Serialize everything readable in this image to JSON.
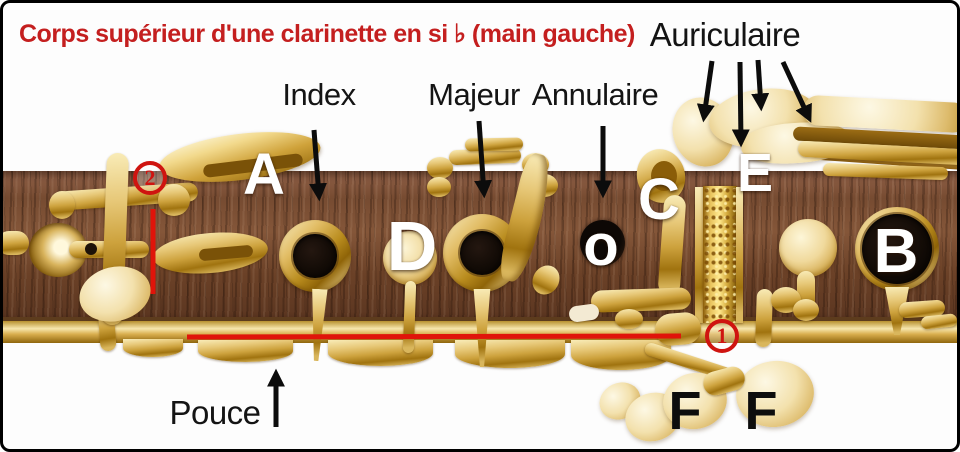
{
  "title": "Corps supérieur d'une clarinette en si ♭  (main gauche)",
  "finger_labels": {
    "index": "Index",
    "majeur": "Majeur",
    "annulaire": "Annulaire",
    "auriculaire": "Auriculaire",
    "pouce": "Pouce"
  },
  "ring_markers": {
    "one": "1",
    "two": "2"
  },
  "key_letters": {
    "a": "A",
    "d": "D",
    "o": "o",
    "c": "C",
    "e": "E",
    "b": "B",
    "f_left": "F",
    "f_right": "F"
  },
  "colors": {
    "title_red": "#c41f1f",
    "annotation_red": "#e0140a",
    "arrow_black": "#0c0c0c",
    "wood_brown": "#6e452e",
    "key_gold": "#d8ab4a",
    "letter_white": "#ffffff"
  }
}
